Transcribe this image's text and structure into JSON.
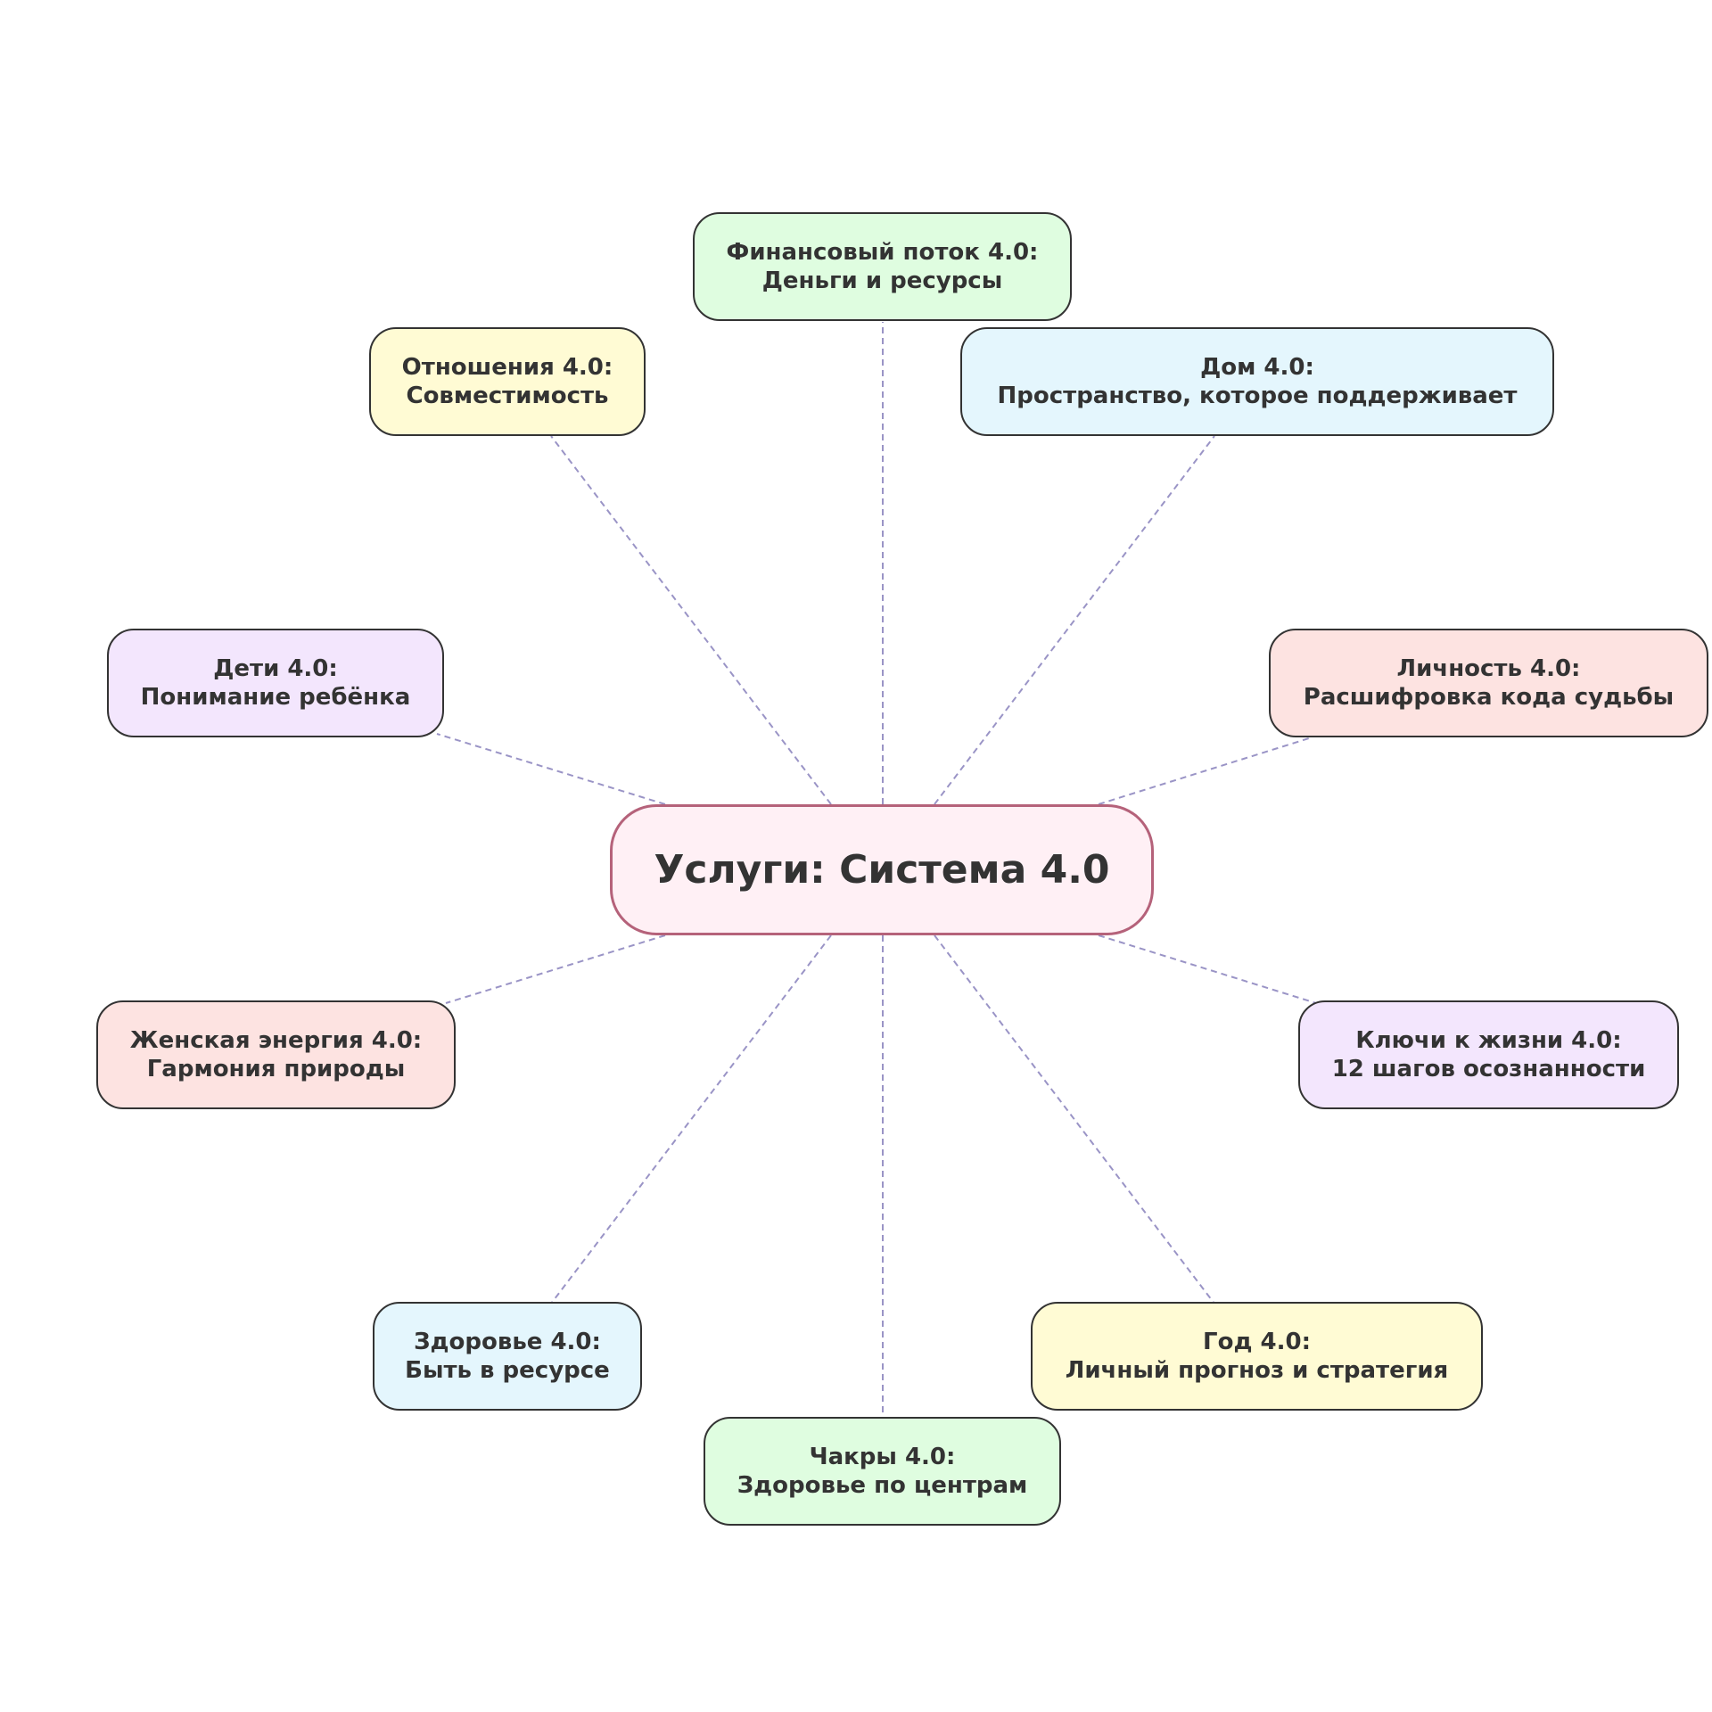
{
  "center": {
    "label": "Услуги: Система 4.0",
    "fill": "#fff0f5",
    "border": "#b5627a"
  },
  "nodes": [
    {
      "id": "finance",
      "title": "Финансовый поток 4.0:",
      "subtitle": "Деньги и ресурсы",
      "fill": "#dffde0"
    },
    {
      "id": "home",
      "title": "Дом 4.0:",
      "subtitle": "Пространство, которое поддерживает",
      "fill": "#e4f6fd"
    },
    {
      "id": "personality",
      "title": "Личность 4.0:",
      "subtitle": "Расшифровка кода судьбы",
      "fill": "#fde3e1"
    },
    {
      "id": "keys",
      "title": "Ключи к жизни 4.0:",
      "subtitle": "12 шагов осознанности",
      "fill": "#f3e6fd"
    },
    {
      "id": "year",
      "title": "Год 4.0:",
      "subtitle": "Личный прогноз и стратегия",
      "fill": "#fffbd4"
    },
    {
      "id": "chakras",
      "title": "Чакры 4.0:",
      "subtitle": "Здоровье по центрам",
      "fill": "#dffde0"
    },
    {
      "id": "health",
      "title": "Здоровье 4.0:",
      "subtitle": "Быть в ресурсе",
      "fill": "#e4f6fd"
    },
    {
      "id": "feminine",
      "title": "Женская энергия 4.0:",
      "subtitle": "Гармония природы",
      "fill": "#fde3e1"
    },
    {
      "id": "children",
      "title": "Дети 4.0:",
      "subtitle": "Понимание ребёнка",
      "fill": "#f3e6fd"
    },
    {
      "id": "relations",
      "title": "Отношения 4.0:",
      "subtitle": "Совместимость",
      "fill": "#fffbd4"
    }
  ],
  "colors": {
    "connector": "#9a94c6",
    "node_border": "#333333",
    "text": "#333333",
    "background": "#ffffff"
  }
}
